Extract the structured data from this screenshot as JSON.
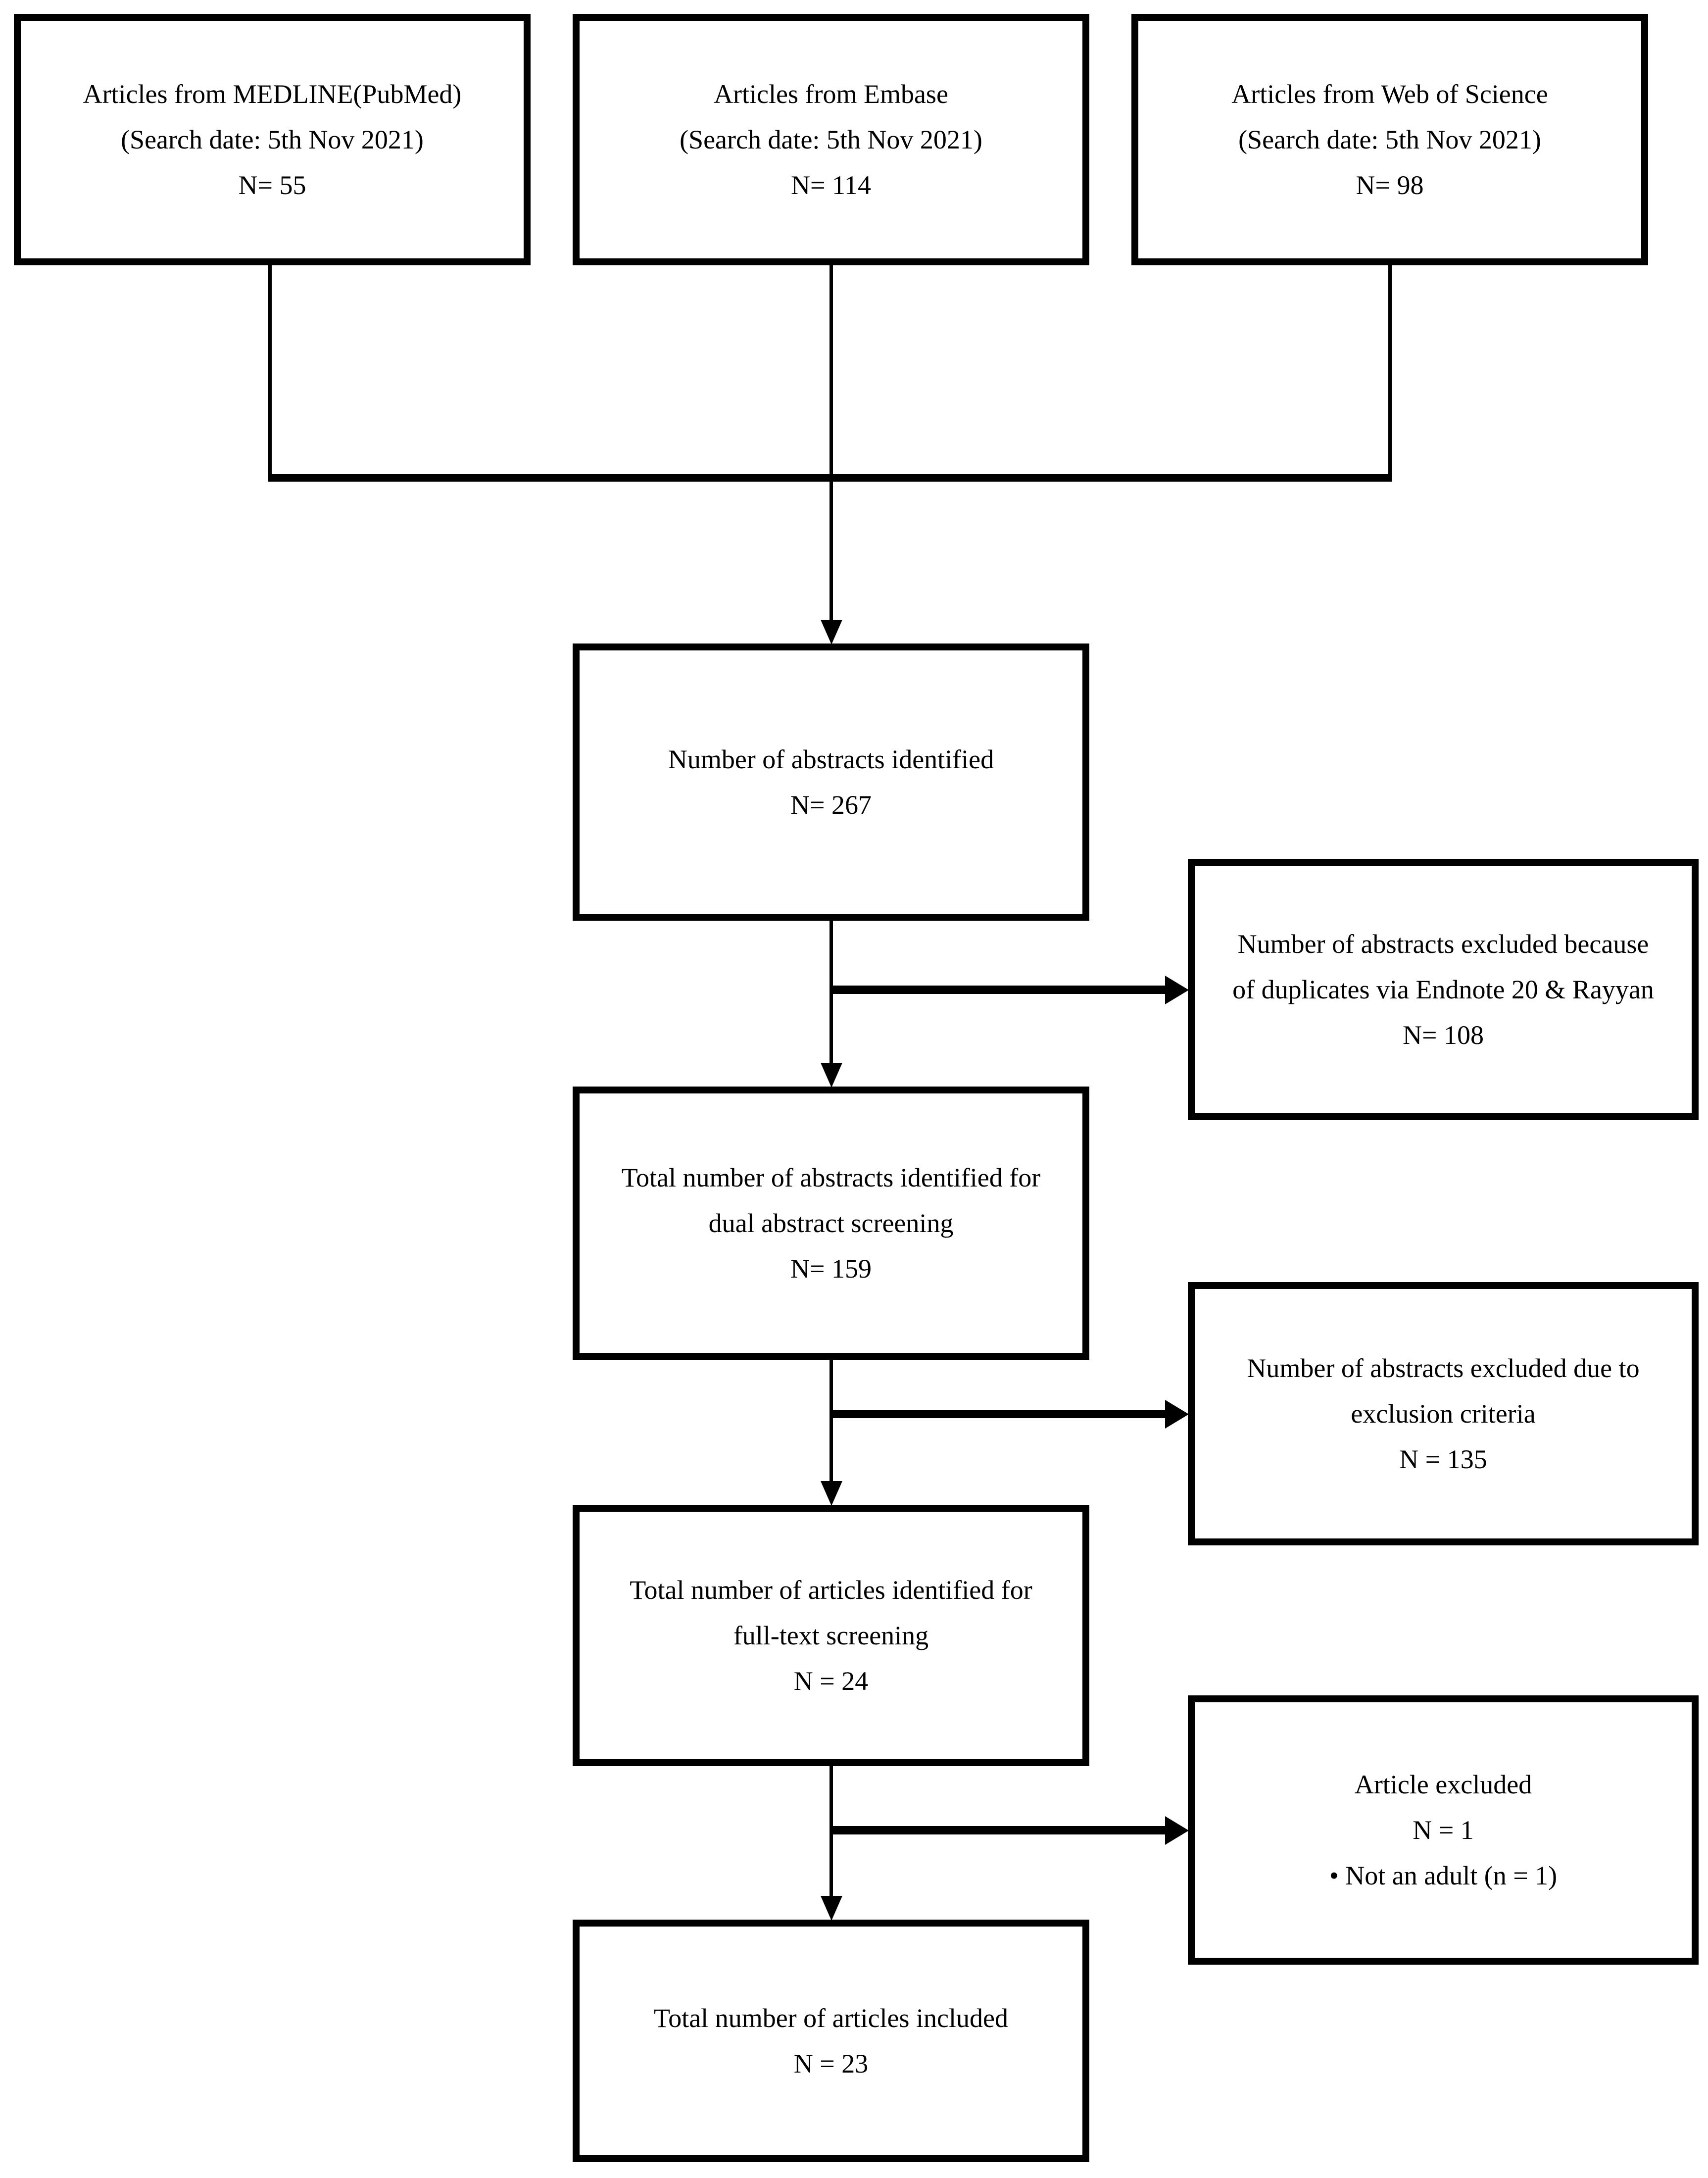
{
  "diagram_type": "study-selection-flowchart",
  "colors": {
    "line": "#000000",
    "text": "#000000",
    "background": "#ffffff"
  },
  "boxes": {
    "source_medline": {
      "lines": [
        "Articles from MEDLINE(PubMed)",
        "(Search date: 5th Nov 2021)",
        "N= 55"
      ]
    },
    "source_embase": {
      "lines": [
        "Articles from Embase",
        "(Search date: 5th Nov 2021)",
        "N= 114"
      ]
    },
    "source_wos": {
      "lines": [
        "Articles from Web of Science",
        "(Search date: 5th Nov 2021)",
        "N= 98"
      ]
    },
    "abstracts_identified": {
      "lines": [
        "Number of abstracts identified",
        "N= 267"
      ]
    },
    "excluded_duplicates": {
      "lines": [
        "Number of abstracts excluded because",
        "of duplicates via Endnote 20 & Rayyan",
        "N= 108"
      ]
    },
    "dual_screening": {
      "lines": [
        "Total number of abstracts identified for",
        "dual abstract screening",
        "N= 159"
      ]
    },
    "excluded_criteria": {
      "lines": [
        "Number of abstracts excluded due to",
        "exclusion criteria",
        "N = 135"
      ]
    },
    "fulltext_screening": {
      "lines": [
        "Total number of articles identified for",
        "full-text screening",
        "N = 24"
      ]
    },
    "article_excluded": {
      "lines": [
        "Article excluded",
        "N = 1",
        "• Not an adult (n = 1)"
      ]
    },
    "articles_included": {
      "lines": [
        "Total number of articles included",
        "N = 23"
      ]
    }
  }
}
